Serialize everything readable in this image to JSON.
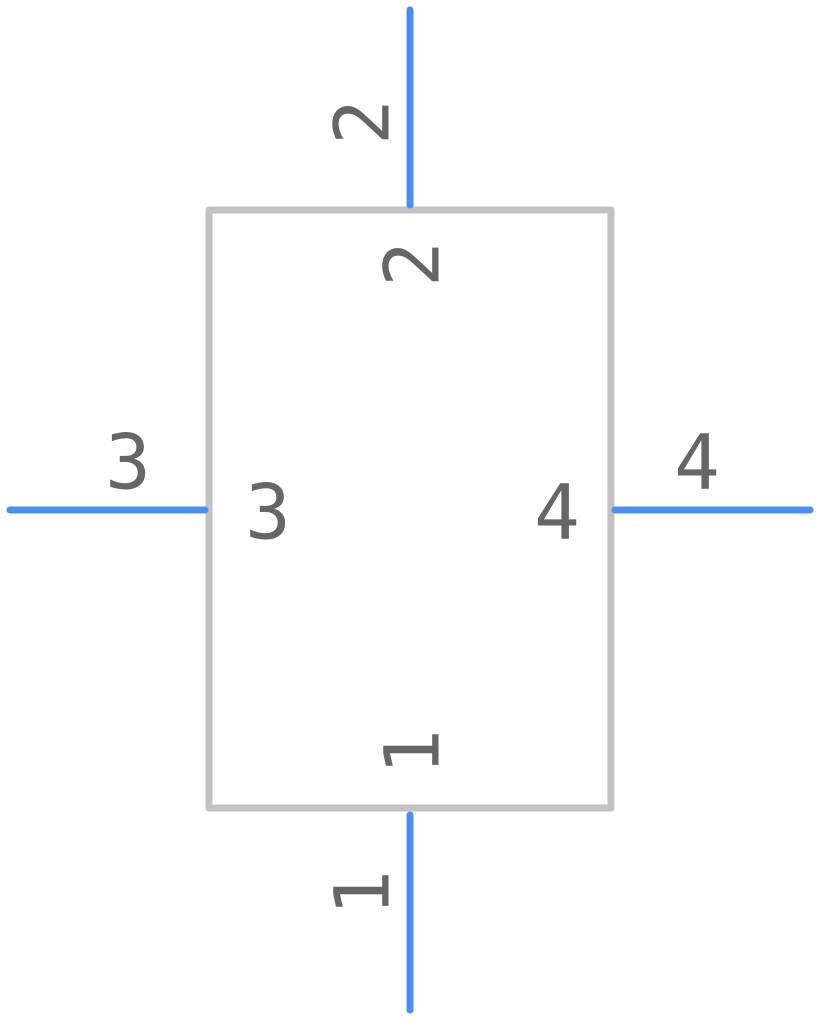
{
  "component": {
    "pins": [
      {
        "id": "pin-1",
        "number": "1",
        "name": "1",
        "side": "bottom"
      },
      {
        "id": "pin-2",
        "number": "2",
        "name": "2",
        "side": "top"
      },
      {
        "id": "pin-3",
        "number": "3",
        "name": "3",
        "side": "left"
      },
      {
        "id": "pin-4",
        "number": "4",
        "name": "4",
        "side": "right"
      }
    ]
  },
  "colors": {
    "pin": "#4a8ff0",
    "body_outline": "#c2c2c2",
    "text": "#666666",
    "background": "#ffffff"
  }
}
